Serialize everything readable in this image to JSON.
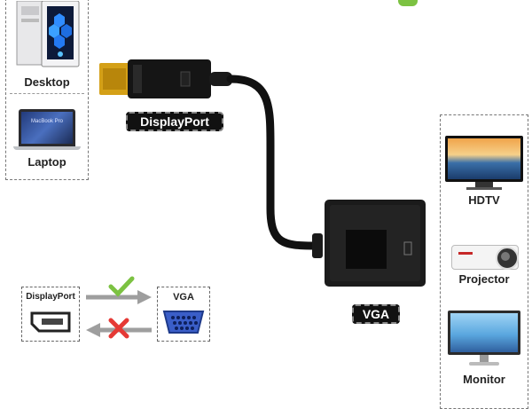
{
  "left_panel": {
    "devices": [
      {
        "label": "Desktop",
        "icon": "desktop-pc-icon"
      },
      {
        "label": "Laptop",
        "icon": "laptop-icon",
        "screen_text": "MacBook Pro"
      }
    ]
  },
  "right_panel": {
    "devices": [
      {
        "label": "HDTV",
        "icon": "hdtv-icon"
      },
      {
        "label": "Projector",
        "icon": "projector-icon"
      },
      {
        "label": "Monitor",
        "icon": "monitor-icon"
      }
    ]
  },
  "connectors": {
    "input_label": "DisplayPort",
    "output_label": "VGA"
  },
  "direction_legend": {
    "source_label": "DisplayPort",
    "target_label": "VGA",
    "forward": "check-icon",
    "reverse": "cross-icon"
  },
  "colors": {
    "brand_green": "#7cc242",
    "error_red": "#e53935",
    "cable_black": "#111111",
    "vga_blue": "#3a5ec8",
    "gold": "#d4a017"
  }
}
